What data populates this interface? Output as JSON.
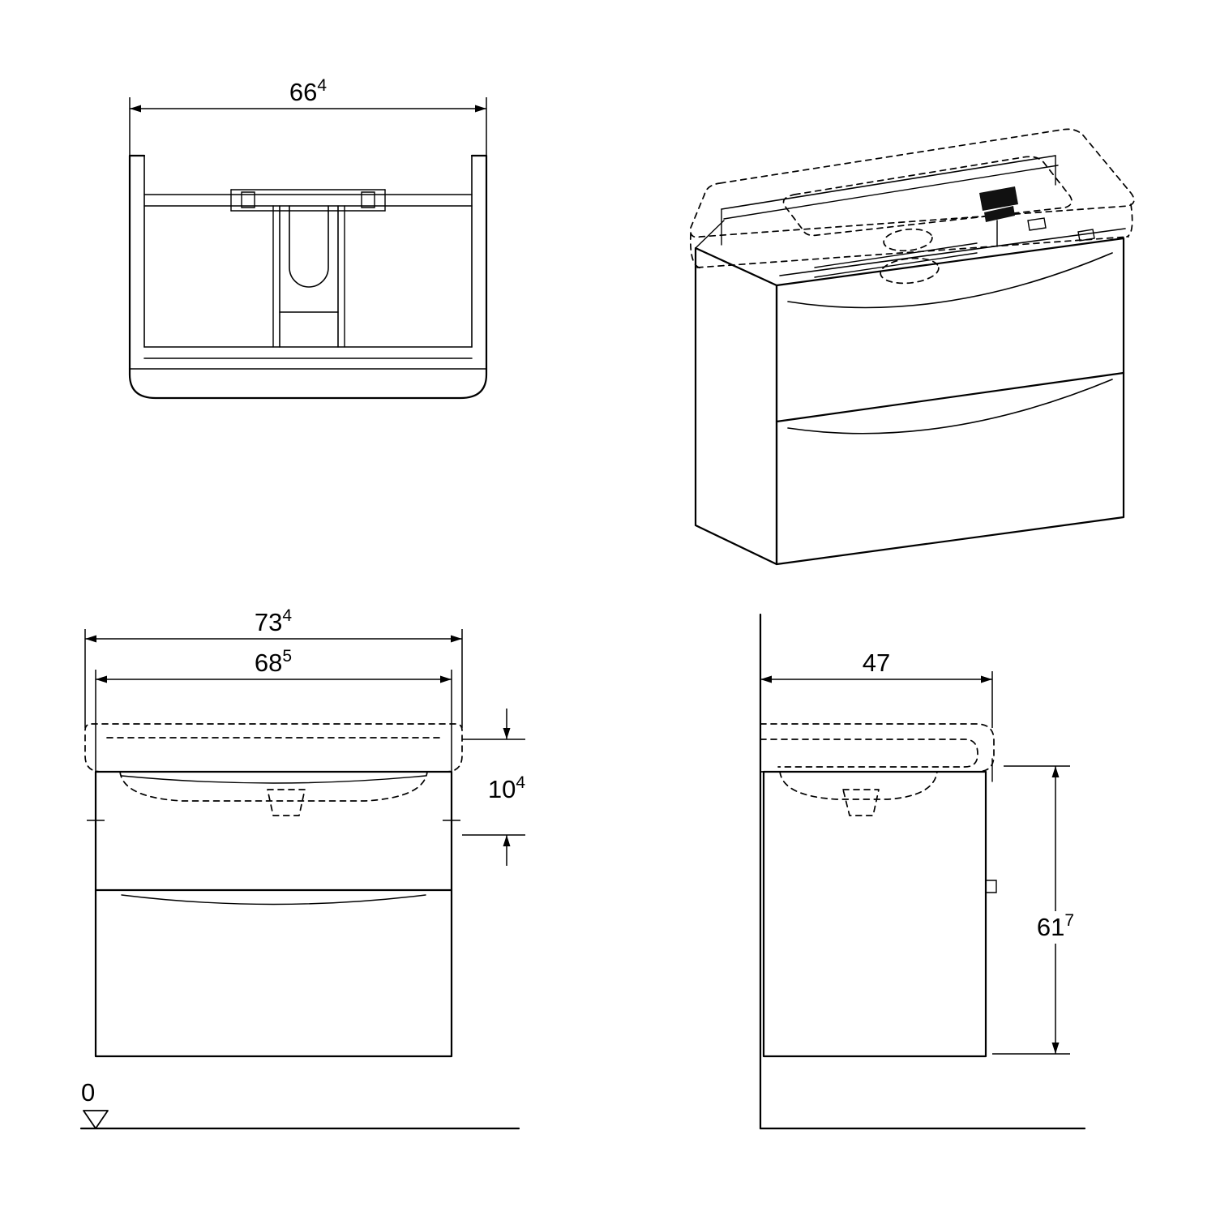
{
  "drawing": {
    "kind": "technical dimension drawing",
    "subject": "wall-hung washbasin vanity cabinet with two drawers",
    "line_color": "#000000",
    "background_color": "#ffffff"
  },
  "views": {
    "plan": {
      "name": "top view",
      "width_dim": {
        "main": "66",
        "sup": "4"
      }
    },
    "axonometric": {
      "name": "axonometric view"
    },
    "front": {
      "name": "front view",
      "overall_width_dim": {
        "main": "73",
        "sup": "4"
      },
      "cabinet_width_dim": {
        "main": "68",
        "sup": "5"
      },
      "basin_height_dim": {
        "main": "10",
        "sup": "4"
      },
      "ground_level": {
        "main": "0"
      }
    },
    "side": {
      "name": "side view",
      "depth_dim": {
        "main": "47",
        "sup": ""
      },
      "height_dim": {
        "main": "61",
        "sup": "7"
      }
    }
  }
}
